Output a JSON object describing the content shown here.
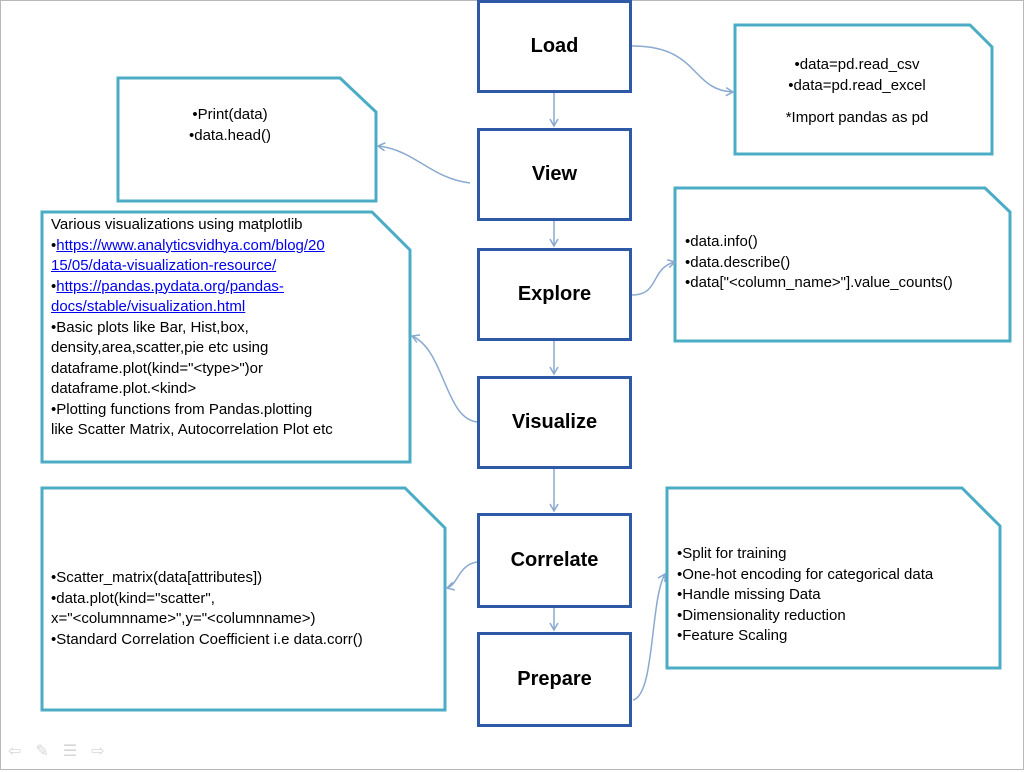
{
  "steps": {
    "load": "Load",
    "view": "View",
    "explore": "Explore",
    "visualize": "Visualize",
    "correlate": "Correlate",
    "prepare": "Prepare"
  },
  "notes": {
    "load": {
      "lines": [
        "•data=pd.read_csv",
        "•data=pd.read_excel",
        "*Import pandas as pd"
      ]
    },
    "view": {
      "lines": [
        "•Print(data)",
        "•data.head()"
      ]
    },
    "explore": {
      "lines": [
        "•data.info()",
        "•data.describe()",
        "•data[\"<column_name>\"].value_counts()"
      ]
    },
    "visualize": {
      "heading": "Various visualizations using matplotlib",
      "link1": [
        "https://www.analyticsvidhya.com/blog/20",
        "15/05/data-visualization-resource/"
      ],
      "link2": [
        "https://pandas.pydata.org/pandas-",
        "docs/stable/visualization.html"
      ],
      "lines": [
        "•Basic plots like Bar, Hist,box,",
        "density,area,scatter,pie etc using",
        "dataframe.plot(kind=\"<type>\")or",
        "dataframe.plot.<kind>",
        "•Plotting functions from Pandas.plotting",
        "like Scatter Matrix, Autocorrelation Plot etc"
      ]
    },
    "correlate": {
      "lines": [
        "•Scatter_matrix(data[attributes])",
        "•data.plot(kind=\"scatter\",",
        "x=\"<columnname>\",y=\"<columnname>)",
        "•Standard Correlation Coefficient i.e data.corr()"
      ]
    },
    "prepare": {
      "lines": [
        "•Split for training",
        "•One-hot encoding for categorical data",
        "•Handle missing Data",
        "•Dimensionality reduction",
        "•Feature Scaling"
      ]
    }
  },
  "nav": {
    "back": "⇦",
    "pen": "✎",
    "menu": "☰",
    "forward": "⇨"
  },
  "colors": {
    "step_border": "#2e59a6",
    "note_border": "#4bacc6",
    "connector": "#8aa9cf",
    "link": "#0000ee"
  }
}
